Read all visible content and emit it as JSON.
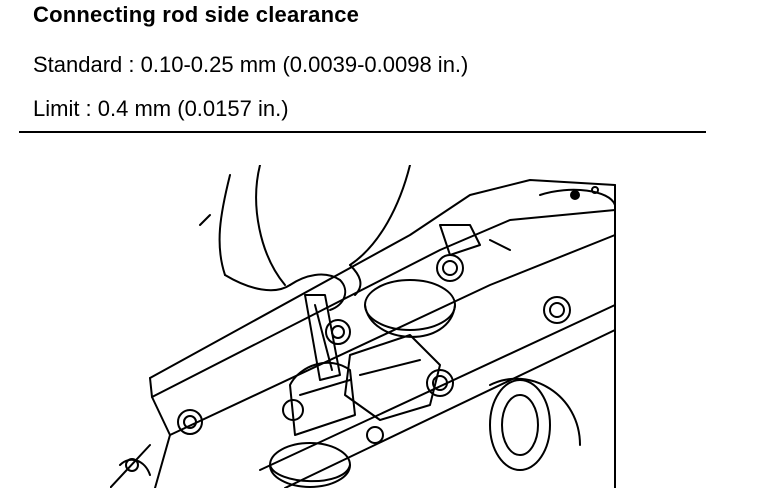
{
  "section": {
    "title": "Connecting rod side clearance",
    "standard": "Standard : 0.10-0.25 mm (0.0039-0.0098 in.)",
    "limit": "Limit :  0.4 mm (0.0157 in.)"
  },
  "illustration": {
    "subject": "feeler-gauge-measuring-connecting-rod-side-clearance"
  }
}
